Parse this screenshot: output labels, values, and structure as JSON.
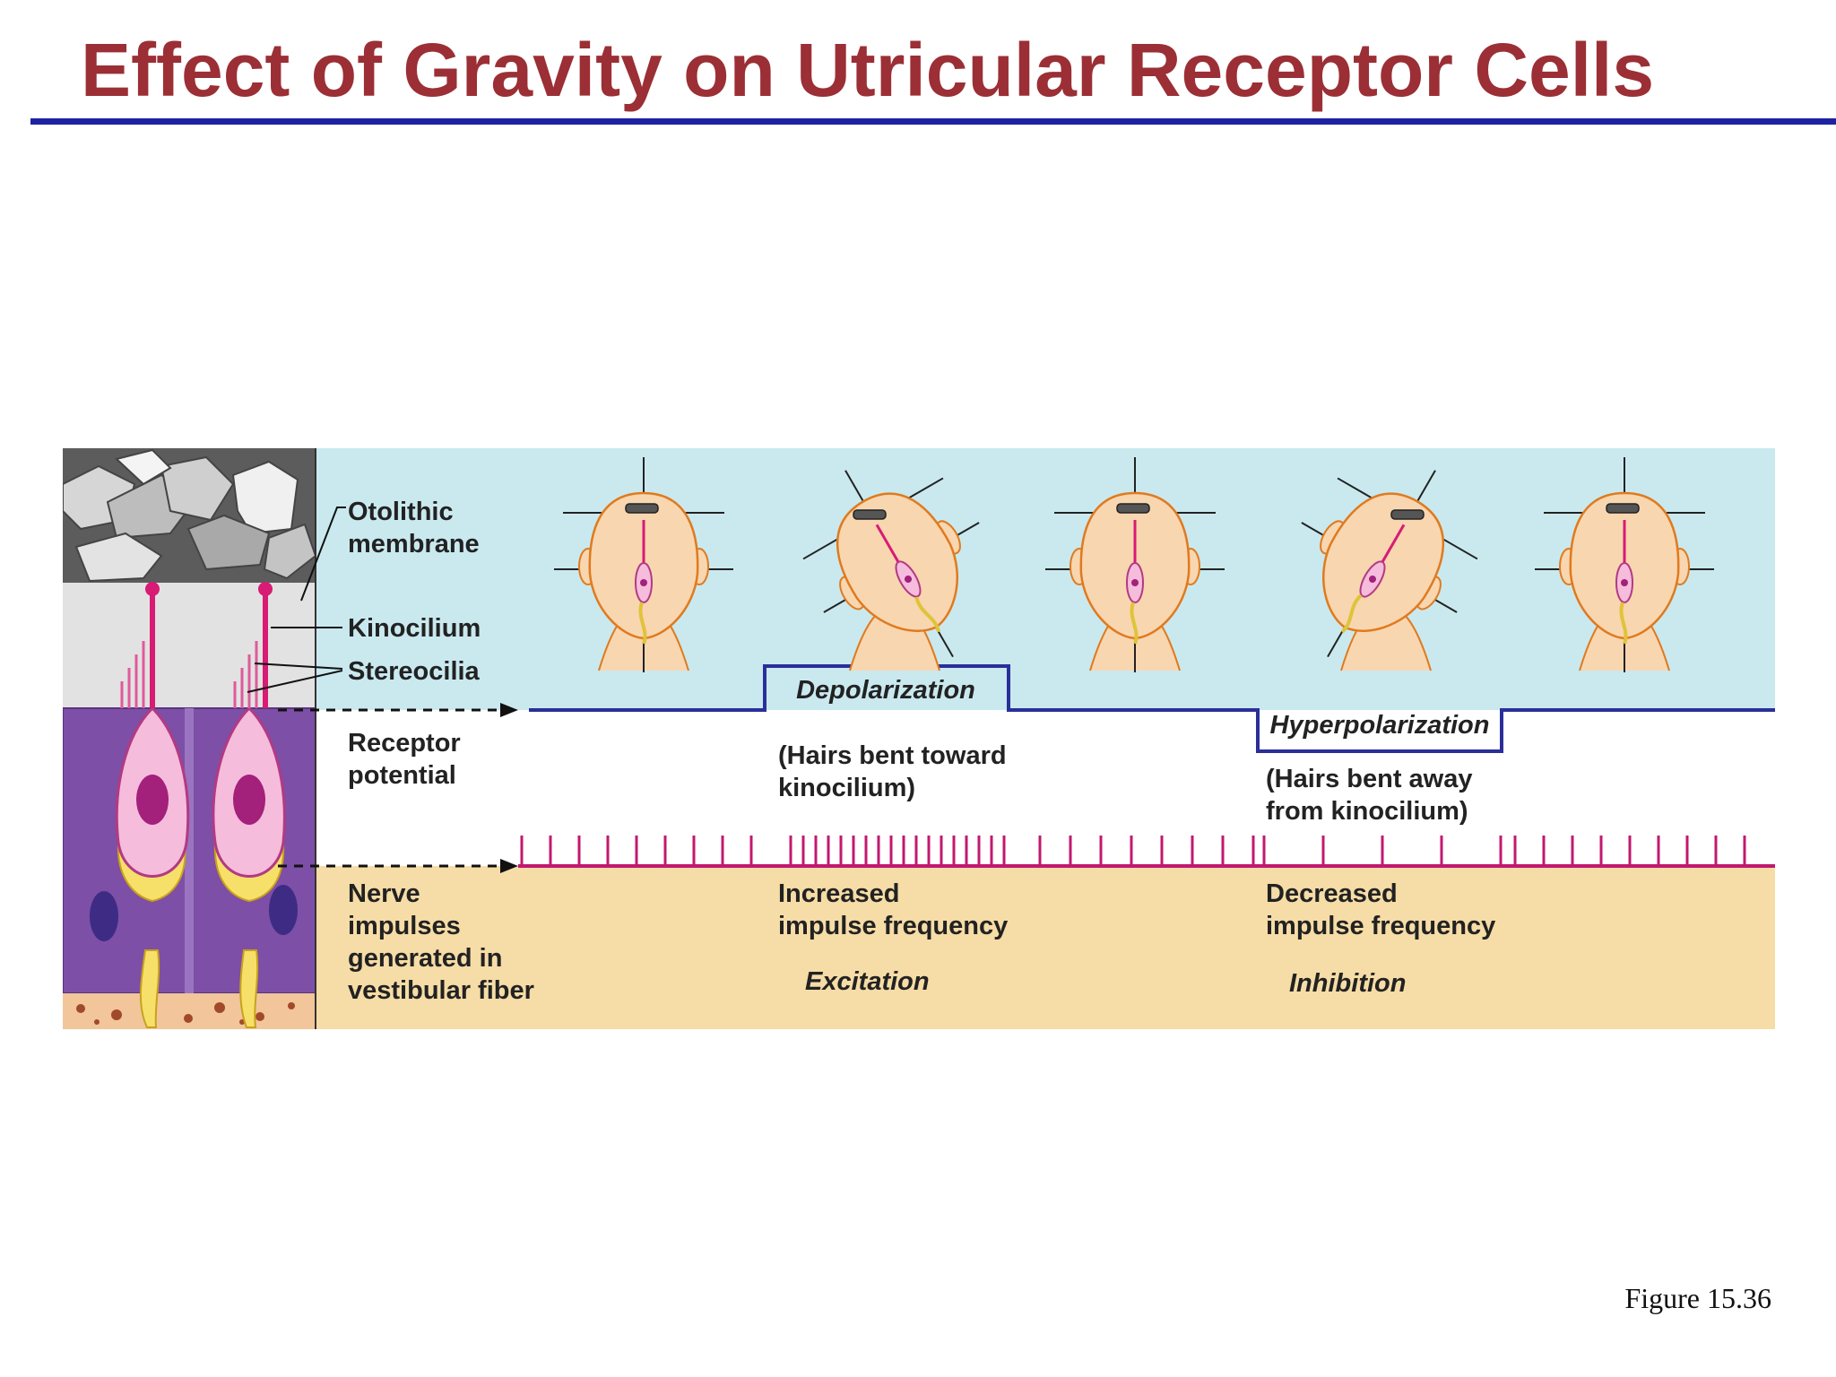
{
  "title": "Effect of Gravity on Utricular Receptor Cells",
  "figure_caption": "Figure 15.36",
  "labels": {
    "otolithic": [
      "Otolithic",
      "membrane"
    ],
    "kinocilium": "Kinocilium",
    "stereocilia": "Stereocilia",
    "receptor_potential": [
      "Receptor",
      "potential"
    ],
    "nerve_impulses": [
      "Nerve",
      "impulses",
      "generated in",
      "vestibular fiber"
    ]
  },
  "states": {
    "depolarization": {
      "title": "Depolarization",
      "note": [
        "(Hairs bent toward",
        "kinocilium)"
      ],
      "impulse": [
        "Increased",
        "impulse frequency"
      ],
      "effect": "Excitation"
    },
    "hyperpolarization": {
      "title": "Hyperpolarization",
      "note": [
        "(Hairs bent away",
        "from kinocilium)"
      ],
      "impulse": [
        "Decreased",
        "impulse frequency"
      ],
      "effect": "Inhibition"
    }
  },
  "head_tilts": [
    "upright",
    "tilted-forward",
    "upright",
    "tilted-backward",
    "upright"
  ],
  "colors": {
    "title": "#9b2f35",
    "rule": "#1d22a3",
    "sky": "#c9e9ef",
    "sand": "#f6dca6",
    "trace": "#2a2f9a",
    "spike": "#c2186f"
  }
}
